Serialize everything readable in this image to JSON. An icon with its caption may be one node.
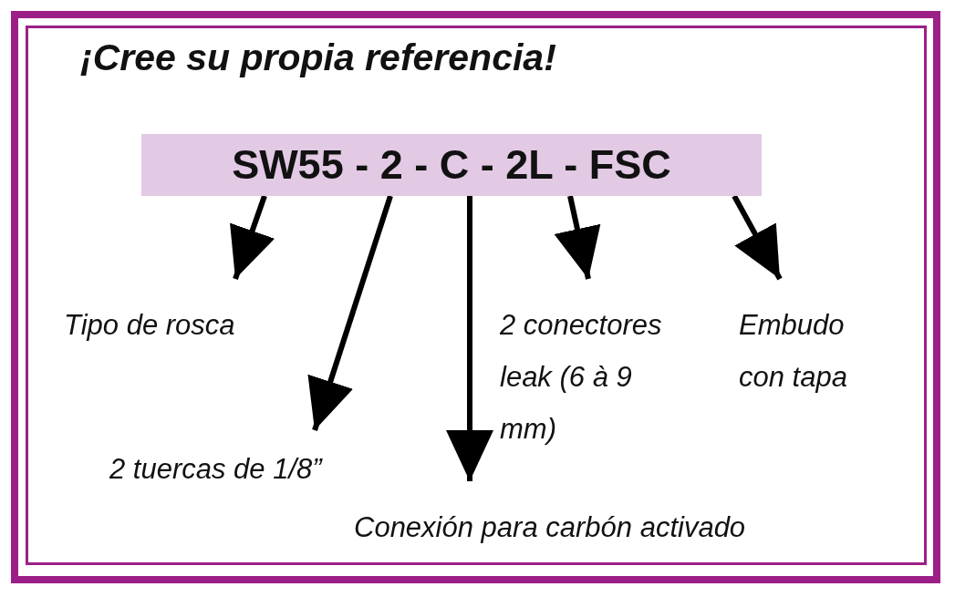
{
  "diagram": {
    "title": "¡Cree su propia referencia!",
    "nodes": [
      {
        "text": [
          "SW55 - 2 - C - 2L - FSC"
        ]
      },
      {
        "text": [
          "Tipo de rosca"
        ]
      },
      {
        "text": [
          "2 tuercas de 1/8”"
        ]
      },
      {
        "text": [
          "Conexión para carbón activado"
        ]
      },
      {
        "text": [
          "2 conectores leak (6 à 9 mm)"
        ]
      },
      {
        "text": [
          "Embudo con tapa"
        ]
      }
    ],
    "edges": [
      {
        "from": 0,
        "to": 1,
        "arrow": "to"
      },
      {
        "from": 0,
        "to": 2,
        "arrow": "to"
      },
      {
        "from": 0,
        "to": 3,
        "arrow": "to"
      },
      {
        "from": 0,
        "to": 4,
        "arrow": "to"
      },
      {
        "from": 0,
        "to": 5,
        "arrow": "to"
      }
    ]
  }
}
